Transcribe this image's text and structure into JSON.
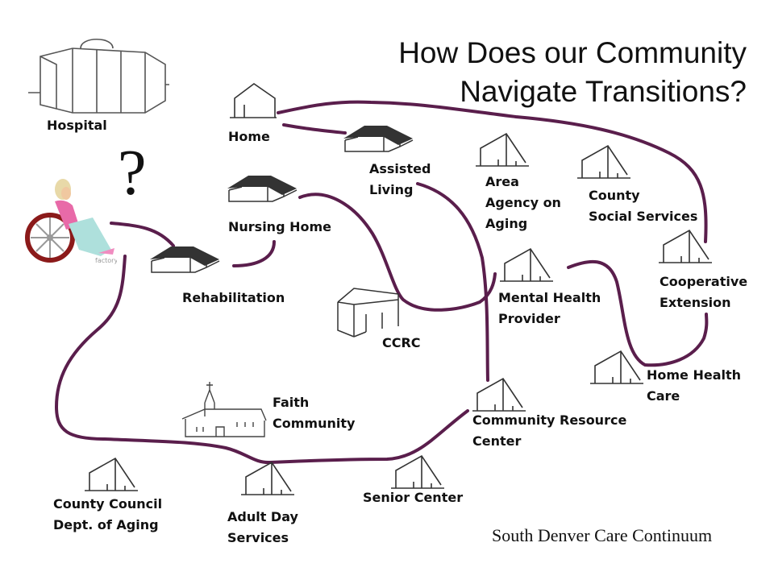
{
  "title": {
    "line1": "How Does our Community",
    "line2": "Navigate Transitions?"
  },
  "question_mark": "?",
  "credit": "South Denver Care Continuum",
  "line_color": "#5a1e4c",
  "clipart_watermark": "factory",
  "nodes": {
    "hospital": "Hospital",
    "home": "Home",
    "assisted": "Assisted\nLiving",
    "area_agency": "Area\nAgency on\nAging",
    "county_social": "County\nSocial Services",
    "nursing": "Nursing Home",
    "rehab": "Rehabilitation",
    "ccrc": "CCRC",
    "mental": "Mental Health\nProvider",
    "coop": "Cooperative\nExtension",
    "home_health": "Home Health\nCare",
    "faith": "Faith\nCommunity",
    "crc": "Community Resource\nCenter",
    "county_council": "County Council\nDept. of Aging",
    "adult_day": "Adult Day\nServices",
    "senior": "Senior Center"
  }
}
